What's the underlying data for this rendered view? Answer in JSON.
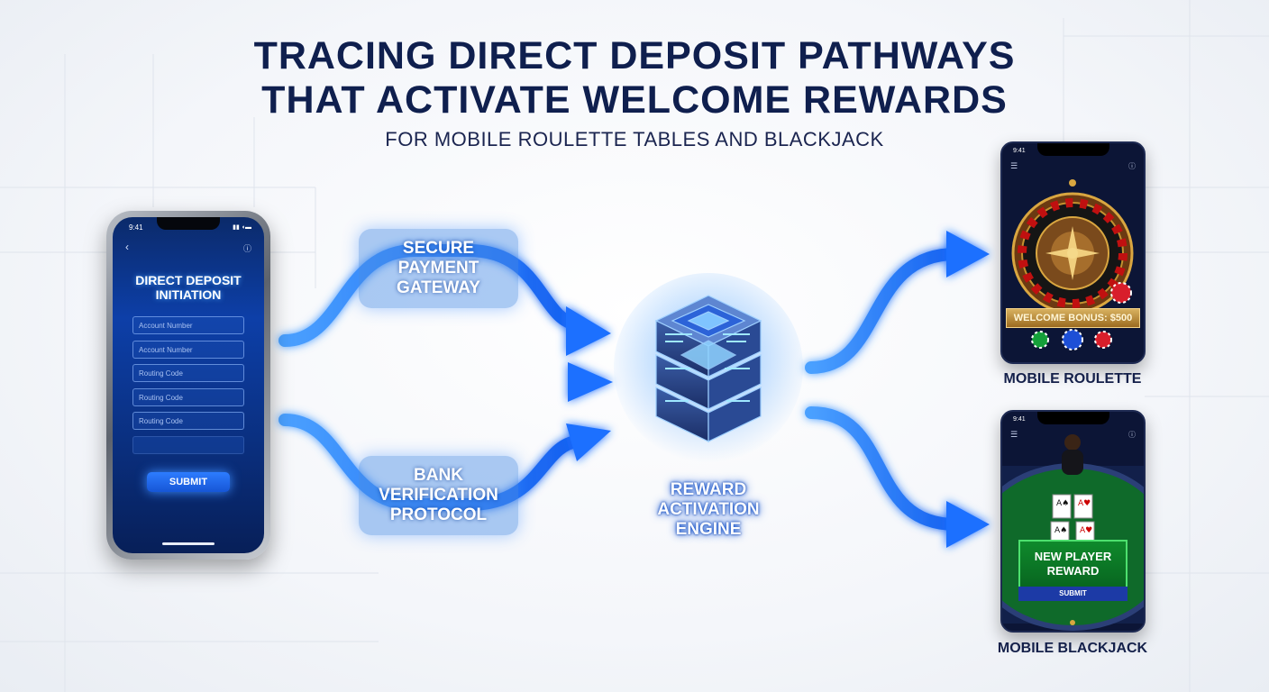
{
  "header": {
    "title_line1": "TRACING DIRECT DEPOSIT PATHWAYS",
    "title_line2": "THAT ACTIVATE WELCOME REWARDS",
    "subtitle": "FOR MOBILE ROULETTE TABLES AND BLACKJACK"
  },
  "deposit_phone": {
    "time": "9:41",
    "title_line1": "DIRECT DEPOSIT",
    "title_line2": "INITIATION",
    "fields": [
      "Account Number",
      "Account Number",
      "Routing Code",
      "Routing Code",
      "Routing Code"
    ],
    "submit_label": "SUBMIT"
  },
  "gateway": {
    "line1": "SECURE",
    "line2": "PAYMENT",
    "line3": "GATEWAY"
  },
  "bank": {
    "line1": "BANK",
    "line2": "VERIFICATION",
    "line3": "PROTOCOL"
  },
  "engine": {
    "line1": "REWARD",
    "line2": "ACTIVATION",
    "line3": "ENGINE"
  },
  "roulette": {
    "time": "9:41",
    "bonus_label": "WELCOME BONUS: $500",
    "caption": "MOBILE ROULETTE"
  },
  "blackjack": {
    "time": "9:41",
    "reward_line1": "NEW PLAYER",
    "reward_line2": "REWARD",
    "submit_label": "SUBMIT",
    "caption": "MOBILE BLACKJACK"
  },
  "colors": {
    "navy": "#0f1f4e",
    "flow_blue": "#1f6fff",
    "glow_blue": "#5aa8ff",
    "table_green": "#0f6a2a",
    "gold": "#c99a3e"
  }
}
